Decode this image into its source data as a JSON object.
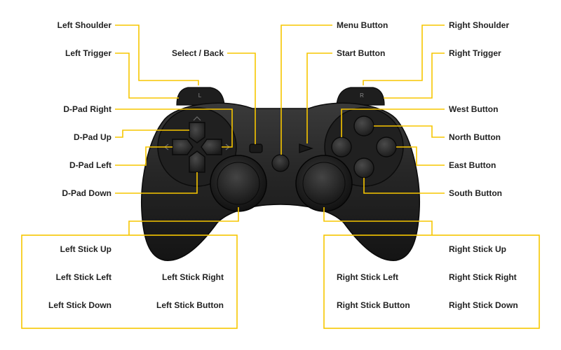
{
  "colors": {
    "leader": "#f7c600",
    "controller": "#2a2a2a",
    "text": "#222222"
  },
  "controller": {
    "shoulder_left_mark": "L",
    "shoulder_right_mark": "R"
  },
  "labels": {
    "left_shoulder": "Left Shoulder",
    "left_trigger": "Left Trigger",
    "select_back": "Select / Back",
    "menu_button": "Menu Button",
    "start_button": "Start Button",
    "right_shoulder": "Right Shoulder",
    "right_trigger": "Right Trigger",
    "dpad_right": "D-Pad Right",
    "dpad_up": "D-Pad Up",
    "dpad_left": "D-Pad Left",
    "dpad_down": "D-Pad Down",
    "west_button": "West Button",
    "north_button": "North Button",
    "east_button": "East Button",
    "south_button": "South Button"
  },
  "left_stick_box": {
    "up": "Left Stick Up",
    "left": "Left Stick Left",
    "right": "Left Stick Right",
    "down": "Left Stick Down",
    "button": "Left Stick Button"
  },
  "right_stick_box": {
    "up": "Right Stick Up",
    "left": "Right Stick Left",
    "right": "Right Stick Right",
    "button": "Right Stick Button",
    "down": "Right Stick Down"
  }
}
